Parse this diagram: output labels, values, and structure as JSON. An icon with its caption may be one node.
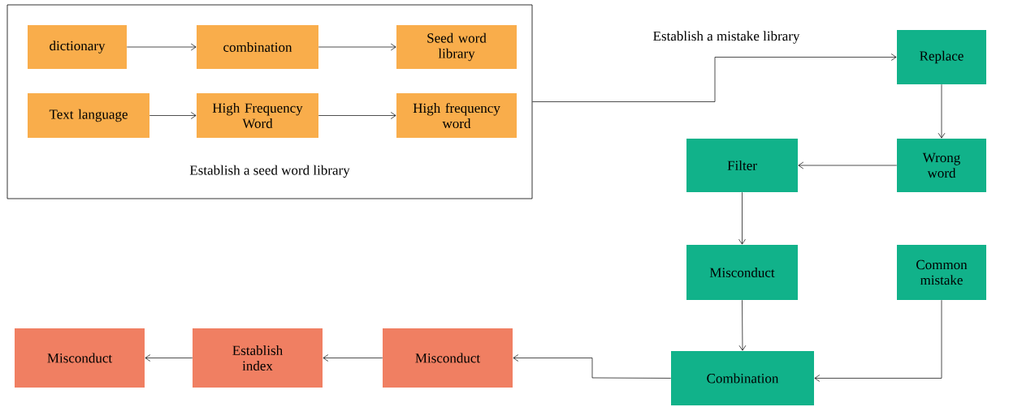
{
  "diagram": {
    "nodes": [
      {
        "text": [
          "Establish a seed word library"
        ]
      },
      {
        "text": [
          "dictionary"
        ],
        "in": 0
      },
      {
        "text": [
          "combination"
        ],
        "in": 0
      },
      {
        "text": [
          "Seed word library"
        ],
        "in": 0
      },
      {
        "text": [
          "Text language"
        ],
        "in": 0
      },
      {
        "text": [
          "High Frequency Word"
        ],
        "in": 0
      },
      {
        "text": [
          "High frequency word"
        ],
        "in": 0
      },
      {
        "text": [
          "Replace"
        ]
      },
      {
        "text": [
          "Wrong word"
        ]
      },
      {
        "text": [
          "Filter"
        ]
      },
      {
        "text": [
          "Misconduct"
        ]
      },
      {
        "text": [
          "Common mistake"
        ]
      },
      {
        "text": [
          "Combination"
        ]
      },
      {
        "text": [
          "Misconduct"
        ]
      },
      {
        "text": [
          "Establish index"
        ]
      },
      {
        "text": [
          "Misconduct"
        ]
      }
    ],
    "edges": [
      {
        "from": 1,
        "to": 2,
        "arrow": "to"
      },
      {
        "from": 2,
        "to": 3,
        "arrow": "to"
      },
      {
        "from": 4,
        "to": 5,
        "arrow": "to"
      },
      {
        "from": 5,
        "to": 6,
        "arrow": "to"
      },
      {
        "from": 0,
        "to": 7,
        "arrow": "to",
        "label": "Establish a mistake library"
      },
      {
        "from": 7,
        "to": 8,
        "arrow": "to"
      },
      {
        "from": 8,
        "to": 9,
        "arrow": "to"
      },
      {
        "from": 9,
        "to": 10,
        "arrow": "to"
      },
      {
        "from": 10,
        "to": 12,
        "arrow": "to"
      },
      {
        "from": 11,
        "to": 12,
        "arrow": "to"
      },
      {
        "from": 12,
        "to": 13,
        "arrow": "to"
      },
      {
        "from": 13,
        "to": 14,
        "arrow": "to"
      },
      {
        "from": 14,
        "to": 15,
        "arrow": "to"
      }
    ]
  }
}
